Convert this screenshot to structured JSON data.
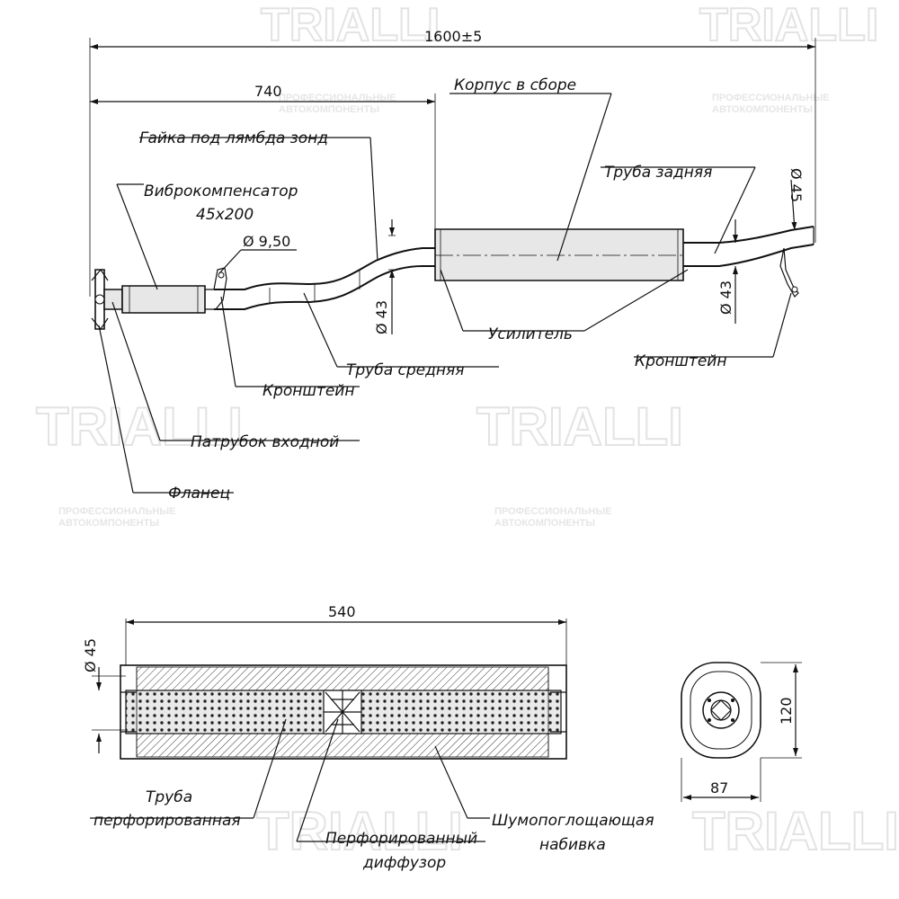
{
  "watermark": {
    "brand": "TRIALLI",
    "sub_line1": "ПРОФЕССИОНАЛЬНЫЕ",
    "sub_line2": "АВТОКОМПОНЕНТЫ"
  },
  "dimensions": {
    "overall_length": "1600±5",
    "front_length": "740",
    "nut_diameter": "Ø 9,50",
    "pipe_dia_mid": "Ø 43",
    "pipe_dia_rear": "Ø 43",
    "tail_dia": "Ø 45",
    "muffler_length": "540",
    "muffler_inlet_dia": "Ø 45",
    "muffler_height": "120",
    "muffler_width": "87"
  },
  "labels": {
    "body_assembly": "Корпус в сборе",
    "lambda_nut": "Гайка под  лямбда зонд",
    "flex_pipe_line1": "Виброкомпенсатор",
    "flex_pipe_line2": "45x200",
    "rear_pipe": "Труба задняя",
    "reinforcement": "Усилитель",
    "bracket_rear": "Кронштейн",
    "middle_pipe": "Труба средняя",
    "bracket_front": "Кронштейн",
    "inlet_pipe": "Патрубок входной",
    "flange": "Фланец",
    "perf_pipe_line1": "Труба",
    "perf_pipe_line2": "перфорированная",
    "perf_diffuser_line1": "Перфорированный",
    "perf_diffuser_line2": "диффузор",
    "absorb_line1": "Шумопоглощающая",
    "absorb_line2": "набивка"
  }
}
